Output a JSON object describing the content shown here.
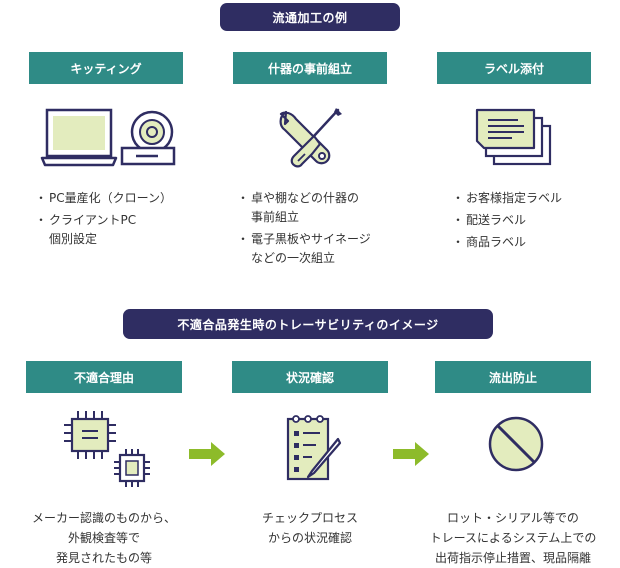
{
  "top_section": {
    "title": "流通加工の例",
    "columns": [
      {
        "label": "キッティング",
        "items": [
          "PC量産化（クローン）",
          "クライアントPC\n個別設定"
        ]
      },
      {
        "label": "什器の事前組立",
        "items": [
          "卓や棚などの什器の\n事前組立",
          "電子黒板やサイネージ\nなどの一次組立"
        ]
      },
      {
        "label": "ラベル添付",
        "items": [
          "お客様指定ラベル",
          "配送ラベル",
          "商品ラベル"
        ]
      }
    ]
  },
  "bottom_section": {
    "title": "不適合品発生時のトレーサビリティのイメージ",
    "steps": [
      {
        "label": "不適合理由",
        "text": "メーカー認識のものから、\n外観検査等で\n発見されたもの等"
      },
      {
        "label": "状況確認",
        "text": "チェックプロセス\nからの状況確認"
      },
      {
        "label": "流出防止",
        "text": "ロット・シリアル等での\nトレースによるシステム上での\n出荷指示停止措置、現品隔離"
      }
    ]
  },
  "colors": {
    "navy": "#2f2d62",
    "teal": "#2f8b86",
    "green": "#8dbb2a",
    "pale_green": "#e3ecbe"
  }
}
